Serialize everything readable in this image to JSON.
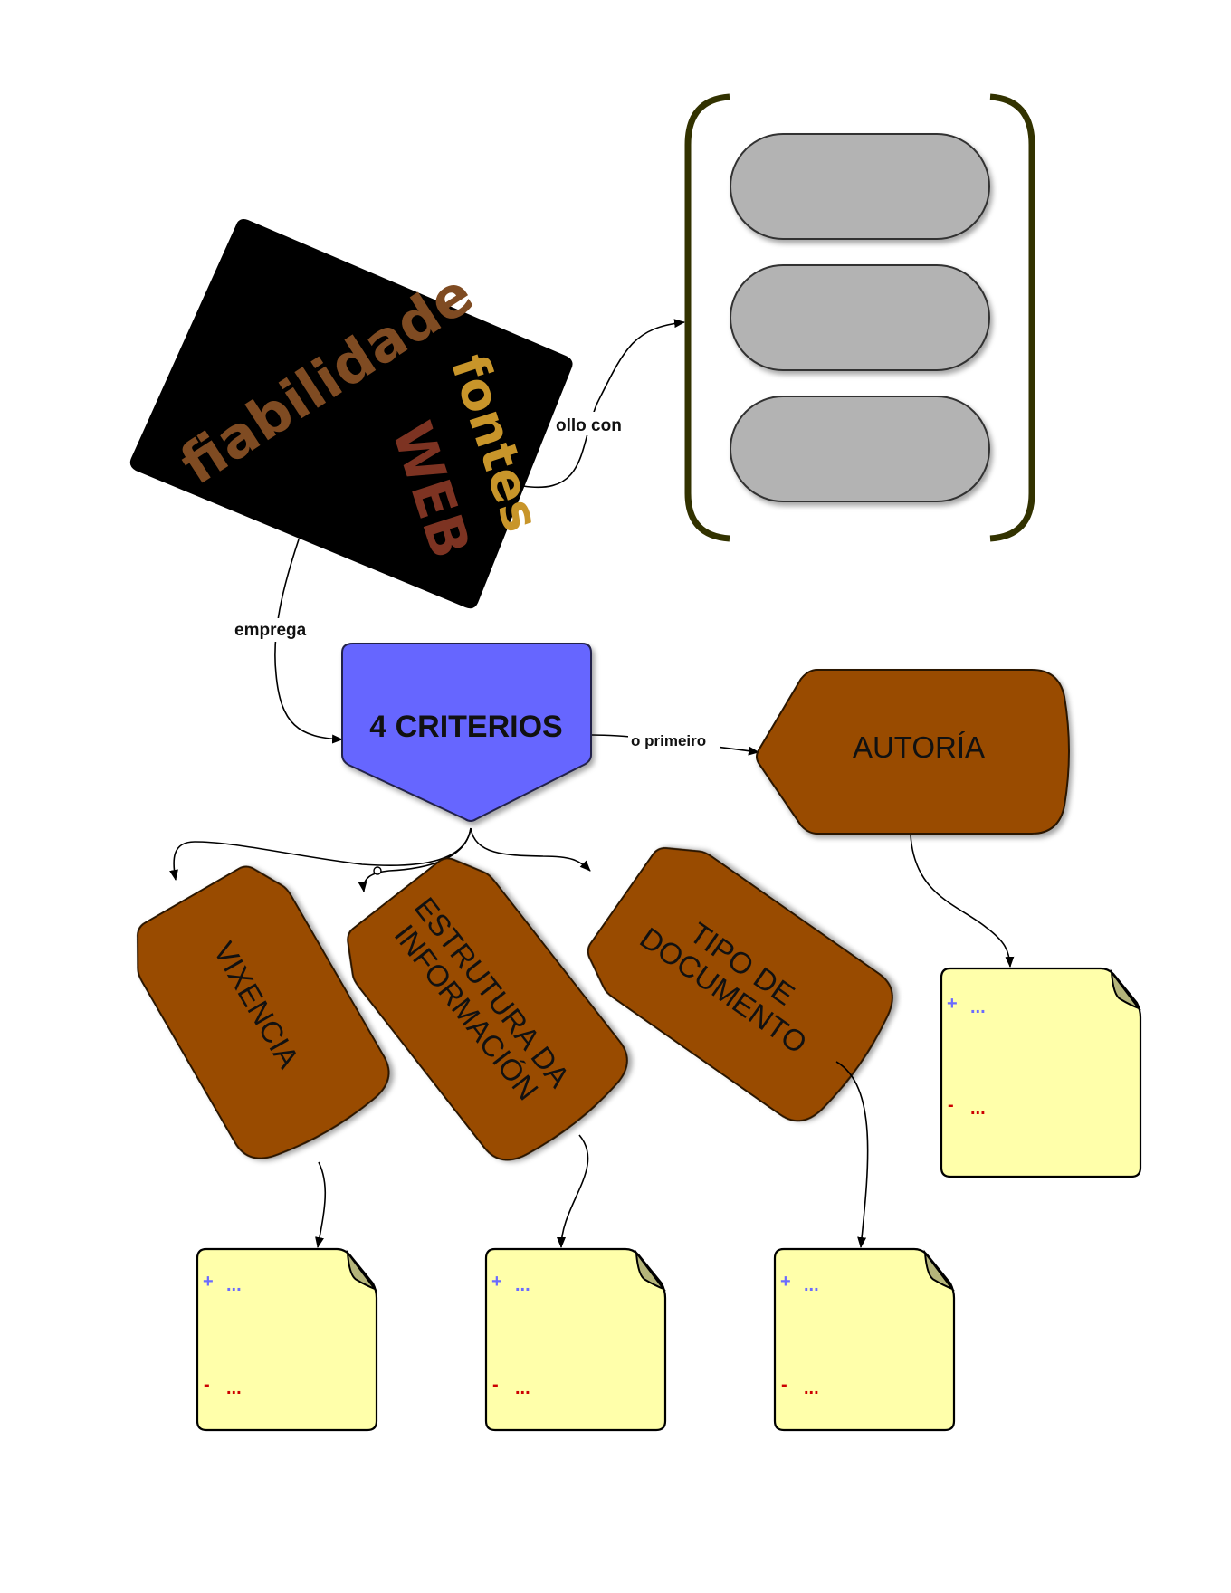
{
  "diagram": {
    "title_card": {
      "words": [
        "fiabilidade",
        "fontes",
        "WEB"
      ],
      "colors": {
        "background": "#000000",
        "fiabilidade": "#7f4b22",
        "fontes": "#c8952a",
        "web": "#7d3322"
      }
    },
    "central_node": {
      "label": "4 CRITERIOS",
      "color": "#6666ff"
    },
    "edges": {
      "ollo_con": "ollo con",
      "emprega": "emprega",
      "o_primeiro": "o primeiro"
    },
    "criteria": [
      {
        "id": "autoria",
        "label": "AUTORÍA"
      },
      {
        "id": "vixencia",
        "label": "VIXENCIA"
      },
      {
        "id": "estrutura",
        "label_lines": [
          "ESTRUTURA DA",
          "INFORMACIÓN"
        ]
      },
      {
        "id": "tipo",
        "label_lines": [
          "TIPO DE",
          "DOCUMENTO"
        ]
      }
    ],
    "criteria_color": "#994b00",
    "bracket_group": {
      "pill_count": 3,
      "pill_color": "#b3b3b3",
      "bracket_color": "#323200"
    },
    "notes": [
      {
        "for": "autoria",
        "plus": "+",
        "plus_text": "...",
        "minus": "-",
        "minus_text": "..."
      },
      {
        "for": "vixencia",
        "plus": "+",
        "plus_text": "...",
        "minus": "-",
        "minus_text": "..."
      },
      {
        "for": "estrutura",
        "plus": "+",
        "plus_text": "...",
        "minus": "-",
        "minus_text": "..."
      },
      {
        "for": "tipo",
        "plus": "+",
        "plus_text": "...",
        "minus": "-",
        "minus_text": "..."
      }
    ],
    "note_color": "#ffffaa"
  }
}
